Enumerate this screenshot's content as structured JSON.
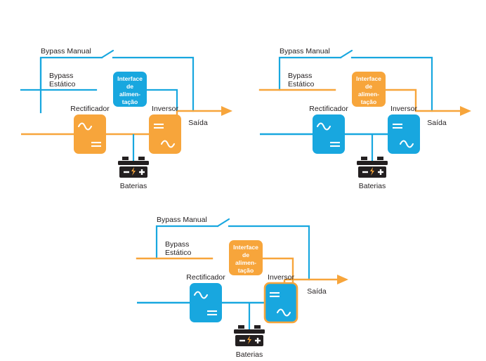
{
  "palette": {
    "orange": "#F7A53B",
    "blue": "#18A7DF",
    "dark": "#231f20",
    "white": "#ffffff",
    "background": "#ffffff"
  },
  "labels": {
    "bypass_manual": "Bypass Manual",
    "bypass_estatico_line1": "Bypass",
    "bypass_estatico_line2": "Estático",
    "interface_line1": "Interface",
    "interface_line2": "de",
    "interface_line3": "alimen-",
    "interface_line4": "tação",
    "rectificador": "Rectificador",
    "inversor": "Inversor",
    "saida": "Saída",
    "baterias": "Baterias",
    "ac_symbol": "ac-sine-wave",
    "dc_symbol": "dc-double-bar",
    "battery_minus": "−",
    "battery_plus": "+",
    "battery_bolt": "lightning-bolt"
  },
  "diagrams": [
    {
      "id": "diagram-1",
      "name": "ups-normal-operation",
      "bypass_manual_color": "#18A7DF",
      "bypass_estatico_color": "#18A7DF",
      "main_line_color": "#F7A53B",
      "output_line_color": "#F7A53B",
      "battery_line_color": "#18A7DF",
      "interface_fill": "#18A7DF",
      "rectificador_fill": "#F7A53B",
      "rectificador_stroke": "none",
      "inversor_fill": "#F7A53B",
      "inversor_stroke": "none"
    },
    {
      "id": "diagram-2",
      "name": "ups-static-bypass-operation",
      "bypass_manual_color": "#18A7DF",
      "bypass_estatico_color": "#F7A53B",
      "main_line_color": "#18A7DF",
      "output_line_color": "#F7A53B",
      "battery_line_color": "#18A7DF",
      "interface_fill": "#F7A53B",
      "rectificador_fill": "#18A7DF",
      "rectificador_stroke": "none",
      "inversor_fill": "#18A7DF",
      "inversor_stroke": "none"
    },
    {
      "id": "diagram-3",
      "name": "ups-inverter-highlighted-operation",
      "bypass_manual_color": "#18A7DF",
      "bypass_estatico_color": "#F7A53B",
      "main_line_color": "#18A7DF",
      "output_line_color": "#F7A53B",
      "battery_line_color": "#18A7DF",
      "interface_fill": "#F7A53B",
      "rectificador_fill": "#18A7DF",
      "rectificador_stroke": "none",
      "inversor_fill": "#18A7DF",
      "inversor_stroke": "#F7A53B"
    }
  ]
}
